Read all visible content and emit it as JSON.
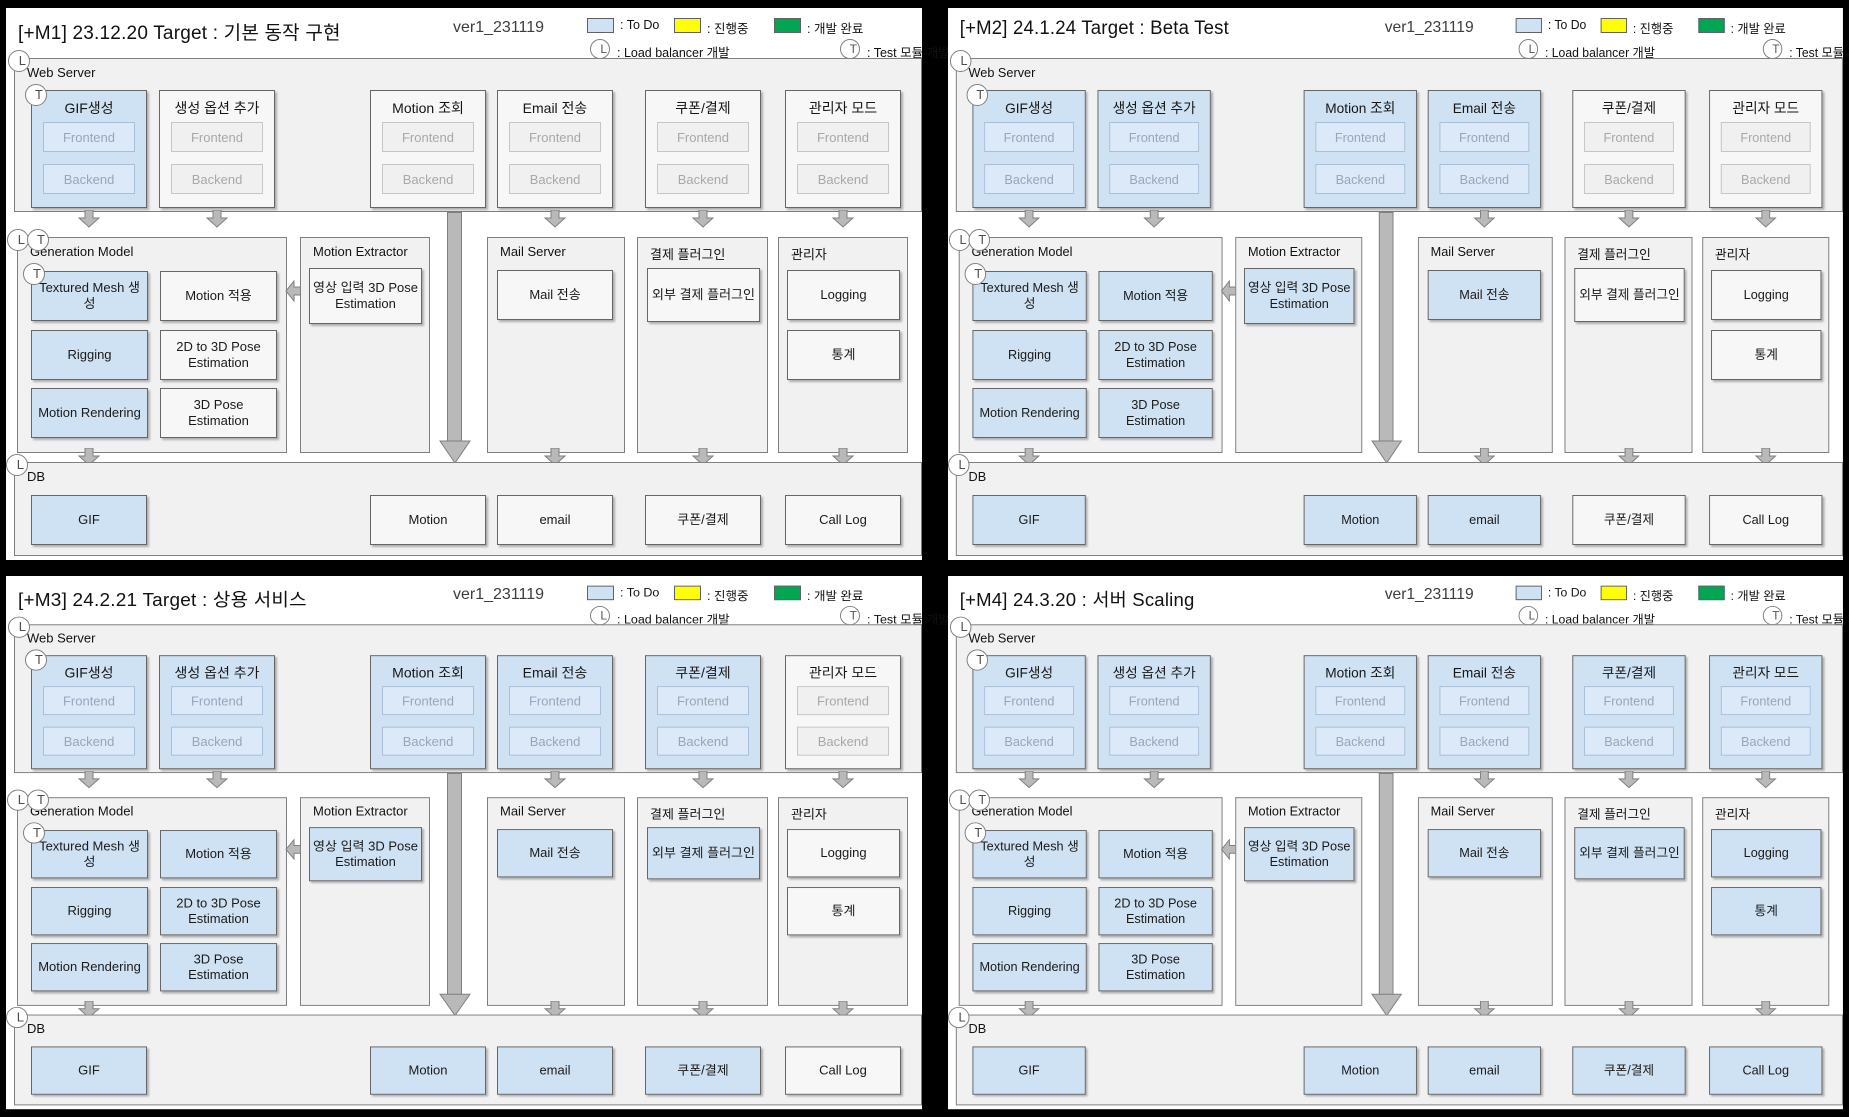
{
  "version": "ver1_231119",
  "colors": {
    "todo": "#cfe2f3",
    "in_progress": "#ffff00",
    "done": "#00a651",
    "todo_inner": "#dce9f8",
    "container_fill": "#f1f1f2",
    "arrow": "#b9b9b9"
  },
  "legend": {
    "todo": ": To Do",
    "in_progress": ": 진행중",
    "done": ": 개발 완료",
    "load_balancer": ": Load balancer 개발",
    "test_module": ": Test 모듈 개발"
  },
  "badges": {
    "load": "L",
    "test": "T"
  },
  "labels": {
    "web_server": "Web Server",
    "db": "DB",
    "frontend": "Frontend",
    "backend": "Backend",
    "generation_model": "Generation Model",
    "motion_extractor": "Motion Extractor",
    "mail_server": "Mail Server",
    "payment_plugin": "결제 플러그인",
    "admin": "관리자"
  },
  "web_boxes": [
    "GIF생성",
    "생성 옵션 추가",
    "Motion 조회",
    "Email 전송",
    "쿠폰/결제",
    "관리자 모드"
  ],
  "gen_boxes": [
    "Textured Mesh 생성",
    "Motion 적용",
    "Rigging",
    "2D to 3D Pose Estimation",
    "Motion Rendering",
    "3D Pose Estimation"
  ],
  "extractor_box": "영상 입력 3D Pose Estimation",
  "mail_box": "Mail 전송",
  "payment_box": "외부 결제 플러그인",
  "admin_boxes": [
    "Logging",
    "통계"
  ],
  "db_boxes": [
    "GIF",
    "Motion",
    "email",
    "쿠폰/결제",
    "Call Log"
  ],
  "quadrants": [
    {
      "title": "[+M1] 23.12.20 Target : 기본 동작 구현",
      "web_states": [
        true,
        false,
        false,
        false,
        false,
        false
      ],
      "gen_states": [
        true,
        false,
        true,
        false,
        true,
        false
      ],
      "extractor_state": false,
      "mail_state": false,
      "payment_state": false,
      "admin_states": [
        false,
        false
      ],
      "db_states": [
        true,
        false,
        false,
        false,
        false
      ]
    },
    {
      "title": "[+M2] 24.1.24 Target : Beta Test",
      "web_states": [
        true,
        true,
        true,
        true,
        false,
        false
      ],
      "gen_states": [
        true,
        true,
        true,
        true,
        true,
        true
      ],
      "extractor_state": true,
      "mail_state": true,
      "payment_state": false,
      "admin_states": [
        false,
        false
      ],
      "db_states": [
        true,
        true,
        true,
        false,
        false
      ]
    },
    {
      "title": "[+M3] 24.2.21 Target : 상용 서비스",
      "web_states": [
        true,
        true,
        true,
        true,
        true,
        false
      ],
      "gen_states": [
        true,
        true,
        true,
        true,
        true,
        true
      ],
      "extractor_state": true,
      "mail_state": true,
      "payment_state": true,
      "admin_states": [
        false,
        false
      ],
      "db_states": [
        true,
        true,
        true,
        true,
        false
      ]
    },
    {
      "title": "[+M4] 24.3.20 : 서버 Scaling",
      "web_states": [
        true,
        true,
        true,
        true,
        true,
        true
      ],
      "gen_states": [
        true,
        true,
        true,
        true,
        true,
        true
      ],
      "extractor_state": true,
      "mail_state": true,
      "payment_state": true,
      "admin_states": [
        true,
        true
      ],
      "db_states": [
        true,
        true,
        true,
        true,
        true
      ]
    }
  ]
}
